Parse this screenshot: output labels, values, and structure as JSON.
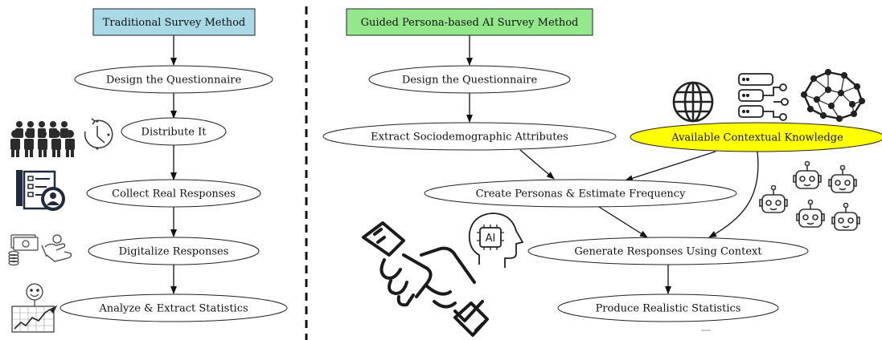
{
  "left": {
    "header": "Traditional Survey Method",
    "steps": [
      "Design the Questionnaire",
      "Distribute It",
      "Collect Real Responses",
      "Digitalize Responses",
      "Analyze & Extract Statistics"
    ]
  },
  "right": {
    "header": "Guided Persona-based AI Survey Method",
    "nodes": {
      "design": "Design the Questionnaire",
      "extract": "Extract Sociodemographic Attributes",
      "context": "Available Contextual Knowledge",
      "personas": "Create Personas & Estimate Frequency",
      "generate": "Generate Responses Using Context",
      "produce": "Produce Realistic Statistics"
    }
  },
  "icons": {
    "ai_chip_label": "AI"
  },
  "colors": {
    "left_header_fill": "#a9d8e6",
    "right_header_fill": "#92e88a",
    "context_fill": "#ffff00"
  }
}
